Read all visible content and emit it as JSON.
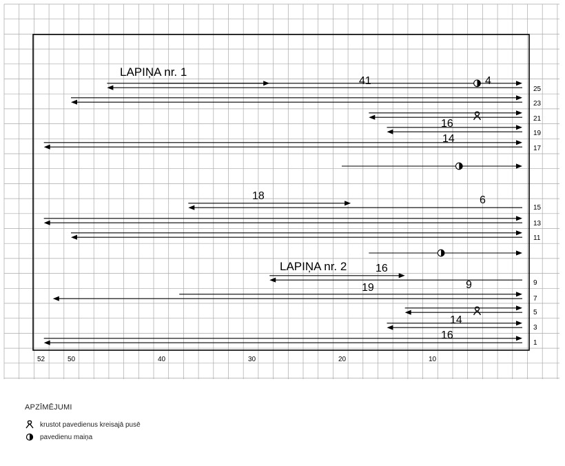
{
  "chart_data": {
    "type": "diagram",
    "column_labels": [
      "52",
      "50",
      "40",
      "30",
      "20",
      "10"
    ],
    "row_labels": [
      "25",
      "23",
      "21",
      "19",
      "17",
      "15",
      "13",
      "11",
      "9",
      "7",
      "5",
      "3",
      "1"
    ],
    "part_labels": [
      "LAPIŅA nr. 1",
      "LAPIŅA nr. 2"
    ],
    "count_labels": [
      "41",
      "4",
      "16",
      "14",
      "18",
      "6",
      "16",
      "19",
      "9",
      "14",
      "16"
    ],
    "rows": [
      {
        "row": "25",
        "from": 41,
        "to": 0,
        "dir": "right",
        "color_change_at": 5
      },
      {
        "row": "25",
        "from": 0,
        "to": 46,
        "dir": "left"
      },
      {
        "row": "25",
        "from": 46,
        "to": 28,
        "dir": "right"
      },
      {
        "row": "23",
        "from": 0,
        "to": 50,
        "dir": "left"
      },
      {
        "row": "23",
        "from": 50,
        "to": 0,
        "dir": "right"
      },
      {
        "row": "21",
        "from": 0,
        "to": 17,
        "dir": "left"
      },
      {
        "row": "21",
        "from": 17,
        "to": 0,
        "dir": "right",
        "cross_at": 5
      },
      {
        "row": "19",
        "from": 0,
        "to": 15,
        "dir": "left"
      },
      {
        "row": "19",
        "from": 15,
        "to": 0,
        "dir": "right"
      },
      {
        "row": "17",
        "from": 0,
        "to": 53,
        "dir": "left"
      },
      {
        "row": "17",
        "from": 53,
        "to": 0,
        "dir": "right"
      },
      {
        "row": "16",
        "from": 20,
        "to": 0,
        "dir": "right",
        "color_change_at": 7
      },
      {
        "row": "15",
        "from": 0,
        "to": 37,
        "dir": "left"
      },
      {
        "row": "15",
        "from": 37,
        "to": 19,
        "dir": "right"
      },
      {
        "row": "13",
        "from": 0,
        "to": 53,
        "dir": "left"
      },
      {
        "row": "13",
        "from": 53,
        "to": 0,
        "dir": "right"
      },
      {
        "row": "11",
        "from": 0,
        "to": 50,
        "dir": "left"
      },
      {
        "row": "11",
        "from": 50,
        "to": 0,
        "dir": "right"
      },
      {
        "row": "10",
        "from": 17,
        "to": 0,
        "dir": "right",
        "color_change_at": 9
      },
      {
        "row": "9",
        "from": 0,
        "to": 28,
        "dir": "left"
      },
      {
        "row": "9",
        "from": 28,
        "to": 13,
        "dir": "right"
      },
      {
        "row": "7",
        "from": 0,
        "to": 52,
        "dir": "left"
      },
      {
        "row": "7",
        "from": 38,
        "to": 0,
        "dir": "right"
      },
      {
        "row": "5",
        "from": 0,
        "to": 13,
        "dir": "left"
      },
      {
        "row": "5",
        "from": 13,
        "to": 0,
        "dir": "right",
        "cross_at": 5
      },
      {
        "row": "3",
        "from": 0,
        "to": 15,
        "dir": "left"
      },
      {
        "row": "3",
        "from": 15,
        "to": 0,
        "dir": "right"
      },
      {
        "row": "1",
        "from": 0,
        "to": 53,
        "dir": "left"
      },
      {
        "row": "1",
        "from": 53,
        "to": 0,
        "dir": "right"
      }
    ]
  },
  "legend": {
    "title": "APZĪMĒJUMI",
    "items": [
      {
        "icon": "cross-threads-icon",
        "text": "krustot pavedienus kreisajā pusē"
      },
      {
        "icon": "color-change-icon",
        "text": "pavedienu maiņa"
      }
    ]
  }
}
